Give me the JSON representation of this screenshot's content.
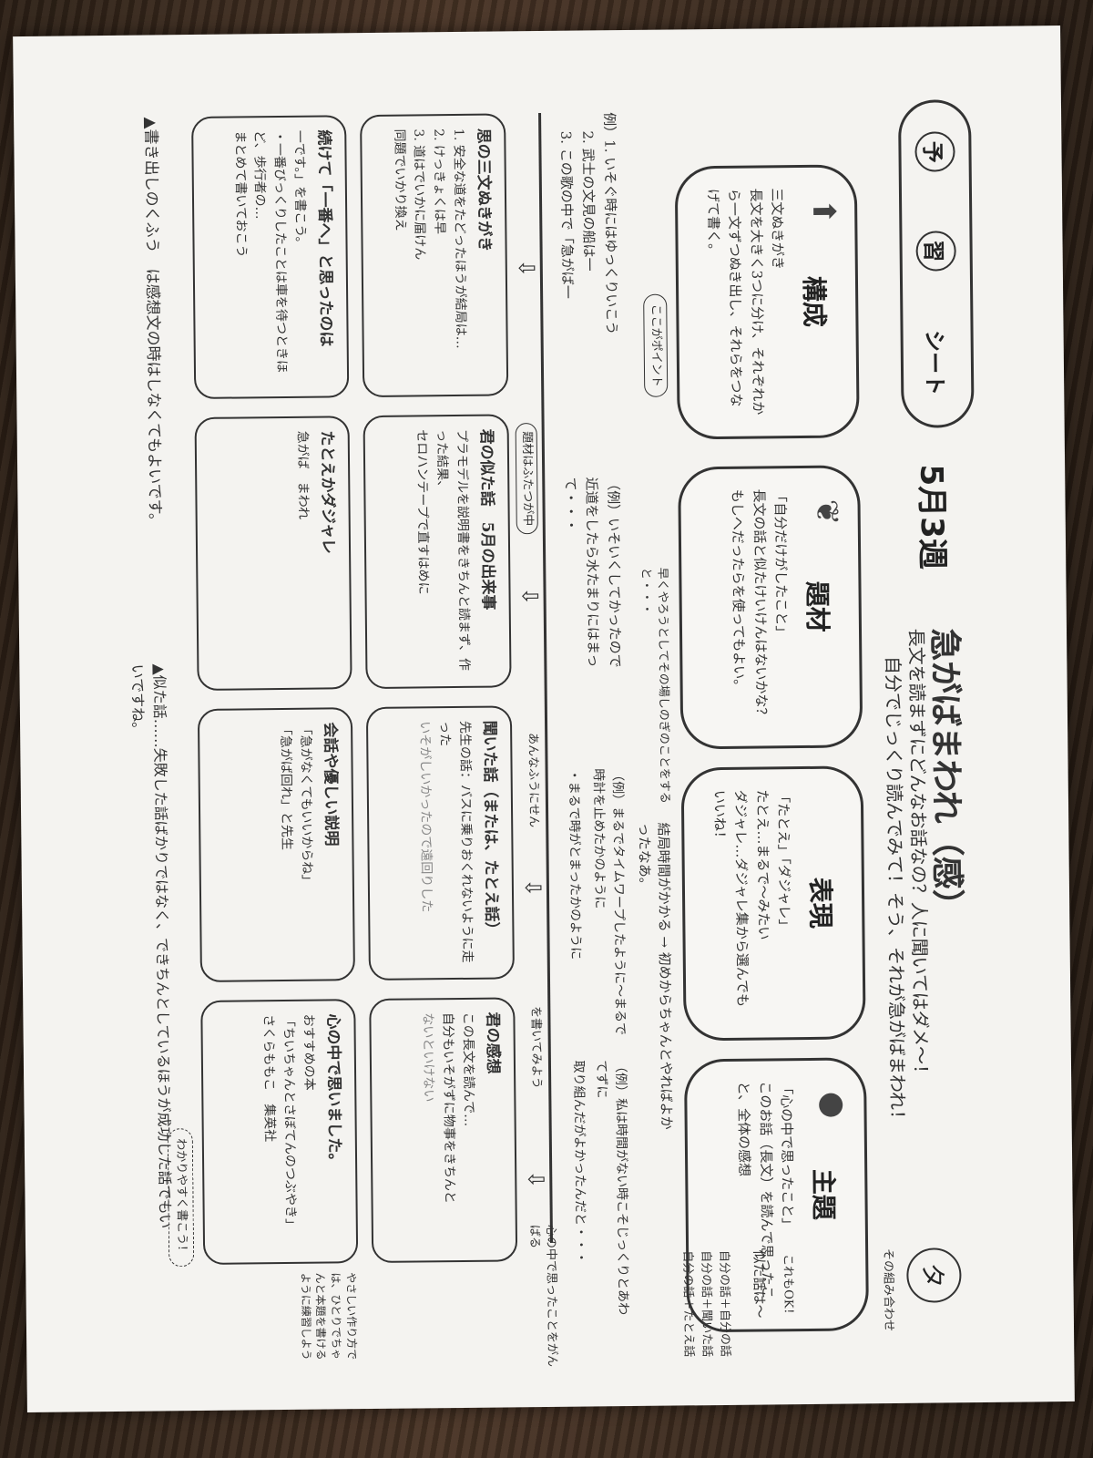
{
  "header": {
    "label_chars": [
      "予",
      "習",
      "シート"
    ],
    "week": "5月3週",
    "title": "急がばまわれ（感）",
    "initial": "タ",
    "subtitle_line1": "長文を読まずにどんなお話なの？人に聞いてはダメ～！",
    "subtitle_line2": "自分でじっくり読んでみて！そう、それが急がばまわれ！"
  },
  "sections": {
    "kousei": {
      "title": "構成",
      "icon": "arrow-up-icon",
      "body": "三文ぬきがき\n長文を大きく3つに分け、それぞれから一文ずつぬき出し、それらをつなげて書く。",
      "point": "ここがポイント"
    },
    "daizai": {
      "title": "題材",
      "icon": "leaf-icon",
      "body": "「自分だけがしたこと」\n長文の話と似たけいけんはないかな？　もしへだったらを使ってもよい。",
      "note": "早くやろうとしてその場しのぎのことをすると・・・"
    },
    "hyougen": {
      "title": "表現",
      "icon": "",
      "body": "「たとえ」「ダジャレ」\nたとえ…まるで～みたい\nダジャレ…ダジャレ集から選んでもいいね！",
      "note": "結局時間がかかる → 初めからちゃんとやればよかったなあ。"
    },
    "shudai": {
      "title": "主題",
      "icon": "apple-icon",
      "body": "「心の中で思ったこと」\nこのお話（長文）を読んで思ったこと、全体の感想"
    }
  },
  "side_notes": {
    "combo_title": "その組み合わせ",
    "combo_ok": "これもOK！",
    "combo_q": "似た話は～",
    "combo_lines": [
      "自分の話＋自分の話",
      "自分の話＋聞いた話",
      "自分の話＋たとえ話"
    ],
    "left_side": [
      "た",
      "だ",
      "に",
      "を",
      "う"
    ]
  },
  "examples": {
    "kousei": [
      "例）1. いそぐ時にはゆっくりいこう",
      "2. 武士の文見の船は一",
      "3. この歌の中で「急がば一"
    ],
    "daizai": [
      "（例）いそいくしてかったので",
      "近道をしたら水たまりにはまって・・・"
    ],
    "hyougen": [
      "（例）まるでタイムワープしたように～まるで時計を止めたかのように",
      "・まるで時がとまったかのように"
    ],
    "shudai": [
      "（例）私は時間がない時こそじっくりとあわてずに",
      "取り組んだがよかったんだと・・・"
    ],
    "kokoro_label": "心の中で思ったことをがんばる"
  },
  "label_mid": {
    "daizai": "題材はふたつが中",
    "hyougen": "あんなふうにせん",
    "shudai": "を書いてみよう"
  },
  "boxes": {
    "b1": {
      "title": "思の三文ぬきがき",
      "lines": [
        "1. 安全な道をたどったほうが結局は…",
        "2. けっきょくは早",
        "3. 道はでいかに届けん",
        "同題でいかり換え"
      ]
    },
    "b2": {
      "title": "君の似た話　5月の出来事",
      "lines": [
        "プラモデルを説明書をきちんと読まず、作った結果、",
        "セロハンテープで直すはめに"
      ]
    },
    "b3": {
      "title": "聞いた話（または、たとえ話）",
      "lines": [
        "先生の話：バスに乗りおくれないように走った",
        "いそがしいかったので遠回りした"
      ]
    },
    "b4": {
      "title": "君の感想",
      "lines": [
        "この長文を読んで…",
        "自分もいそがずに物事をきちんと",
        "ないといけない"
      ]
    },
    "b5": {
      "title": "続けて「一番へ」と思ったのは",
      "lines": [
        "一です。」を書こう。",
        "・一番びっくりしたことは車を待つときほど、歩行者の…",
        "まとめて書いておこう"
      ]
    },
    "b6": {
      "title": "たとえかダジャレ",
      "lines": [
        "急がば　まわれ"
      ]
    },
    "b7": {
      "title": "会話や優しい説明",
      "lines": [
        "「急がなくてもいいからね」",
        "「急がば回れ」と先生"
      ]
    },
    "b8": {
      "title": "心の中で思いました。",
      "lines": [
        "おすすめの本",
        "「ちいちゃんとさぼてんのつぶやき」",
        "さくらももこ　集英社"
      ]
    }
  },
  "tips": {
    "bunsho": "わかりやすく書こう！",
    "yasashii": "やさしい作り方では、ひとりでちゃんと本題を書けるように練習しよう",
    "bottom_left": "▲書き出しのくふう　は感想文の時はしなくてもよいです。",
    "bottom_right": "▲似た話……失敗した話ばかりではなく、できちんとしているほうが成功した話でもいいですね。"
  }
}
